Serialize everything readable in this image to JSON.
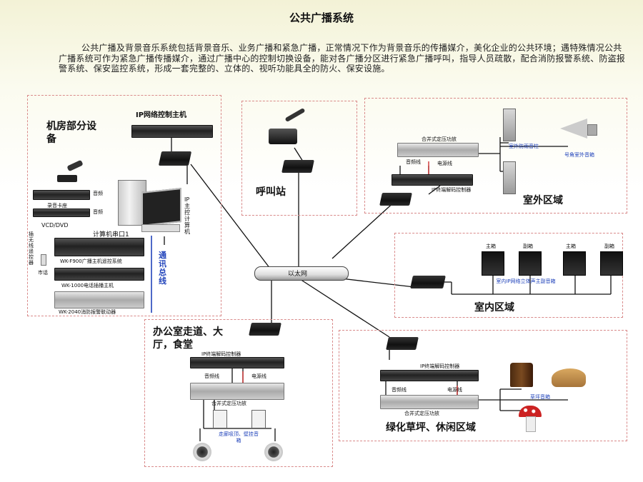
{
  "title": "公共广播系统",
  "intro": "公共广播及背景音乐系统包括背景音乐、业务广播和紧急广播，正常情况下作为背景音乐的传播媒介，美化企业的公共环境；遇特殊情况公共广播系统可作为紧急广播传播媒介，通过广播中心的控制切换设备，能对各广播分区进行紧急广播呼叫，指导人员疏散，配合消防报警系统、防盗报警系统、保安监控系统，形成一套完整的、立体的、视听功能具全的防火、保安设施。",
  "network": "以太网",
  "zones": {
    "machine_room": {
      "title": "机房部分设备",
      "ip_host": "IP网络控制主机",
      "pc_label": "IP主控计算机",
      "audio1": "音频",
      "audio2": "音频",
      "recorder": "录音卡座",
      "vcd": "VCD/DVD",
      "serial": "计算机串口1",
      "remote": "插无线遥控器",
      "f900": "WK-F900广播主机遥控系统",
      "phone": "市话",
      "k1000": "WK-1000电话插播主机",
      "k2040": "WK-2040消防报警联动器",
      "bus": "通讯总线"
    },
    "call_station": {
      "title": "呼叫站"
    },
    "outdoor": {
      "title": "室外区域",
      "amp": "合并式定压功放",
      "audio_line": "音频线",
      "power_line": "电源线",
      "decoder": "IP终端解码控制器",
      "column": "室外防雨音柱",
      "horn": "号角室外音箱"
    },
    "indoor": {
      "title": "室内区域",
      "main1": "主箱",
      "sub1": "副箱",
      "main2": "主箱",
      "sub2": "副箱",
      "stereo": "室内IP网络立体声主副音箱"
    },
    "office": {
      "title": "办公室走道、大厅，食堂",
      "decoder": "IP终端解码控制器",
      "audio_line": "音频线",
      "power_line": "电源线",
      "amp": "合并式定压功放",
      "ceiling": "走廊吸顶、壁挂音箱"
    },
    "lawn": {
      "title": "绿化草坪、休闲区域",
      "decoder": "IP终端解码控制器",
      "audio_line": "音频线",
      "power_line": "电源线",
      "amp": "合并式定压功放",
      "lawn_spk": "草坪音箱"
    }
  }
}
